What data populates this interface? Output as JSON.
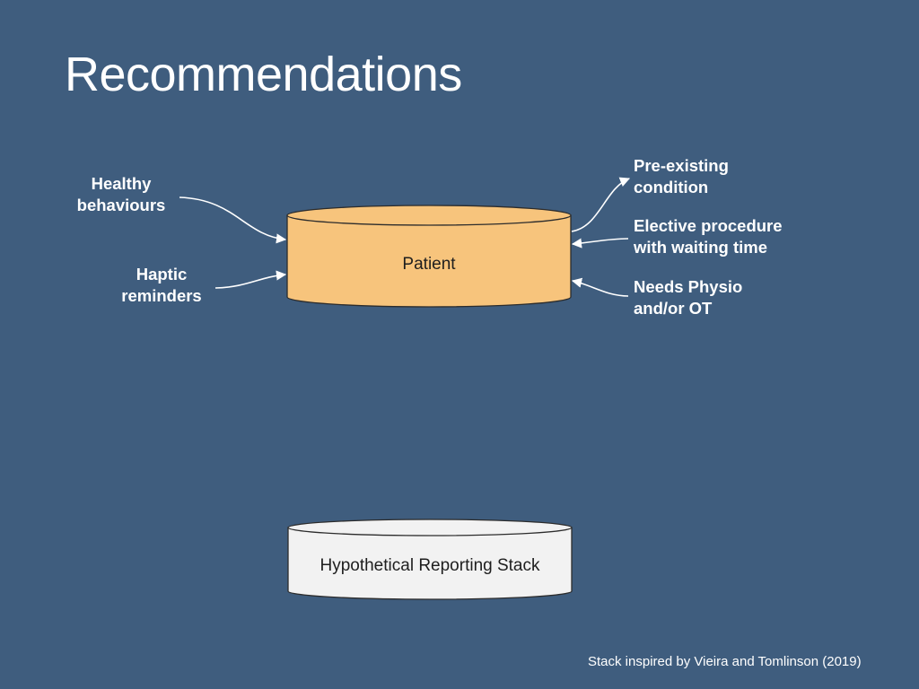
{
  "slide": {
    "title": "Recommendations",
    "footnote": "Stack inspired by Vieira and Tomlinson (2019)"
  },
  "diagram": {
    "patient_cylinder": {
      "label": "Patient",
      "fill": "#f7c47c",
      "stroke": "#2c2c2c"
    },
    "reporting_cylinder": {
      "label": "Hypothetical Reporting Stack",
      "fill": "#f2f2f2",
      "stroke": "#2c2c2c"
    },
    "left_inputs": [
      {
        "line1": "Healthy",
        "line2": "behaviours"
      },
      {
        "line1": "Haptic",
        "line2": "reminders"
      }
    ],
    "right_items": [
      {
        "line1": "Pre-existing",
        "line2": "condition",
        "direction": "out"
      },
      {
        "line1": "Elective procedure",
        "line2": "with waiting time",
        "direction": "in"
      },
      {
        "line1": "Needs Physio",
        "line2": "and/or OT",
        "direction": "in"
      }
    ],
    "colors": {
      "background": "#3f5d7e",
      "text": "#ffffff",
      "arrow": "#ffffff"
    }
  }
}
